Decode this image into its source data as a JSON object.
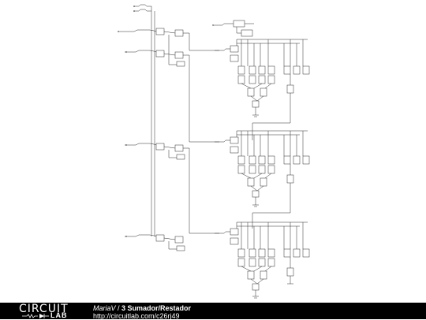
{
  "footer": {
    "logo_word": "CIRCUIT",
    "logo_lab": "LAB",
    "author": "MariaV",
    "separator": " / ",
    "circuit_name": "3 Sumador/Restador",
    "url": "http://circuitlab.com/c26rj49"
  }
}
